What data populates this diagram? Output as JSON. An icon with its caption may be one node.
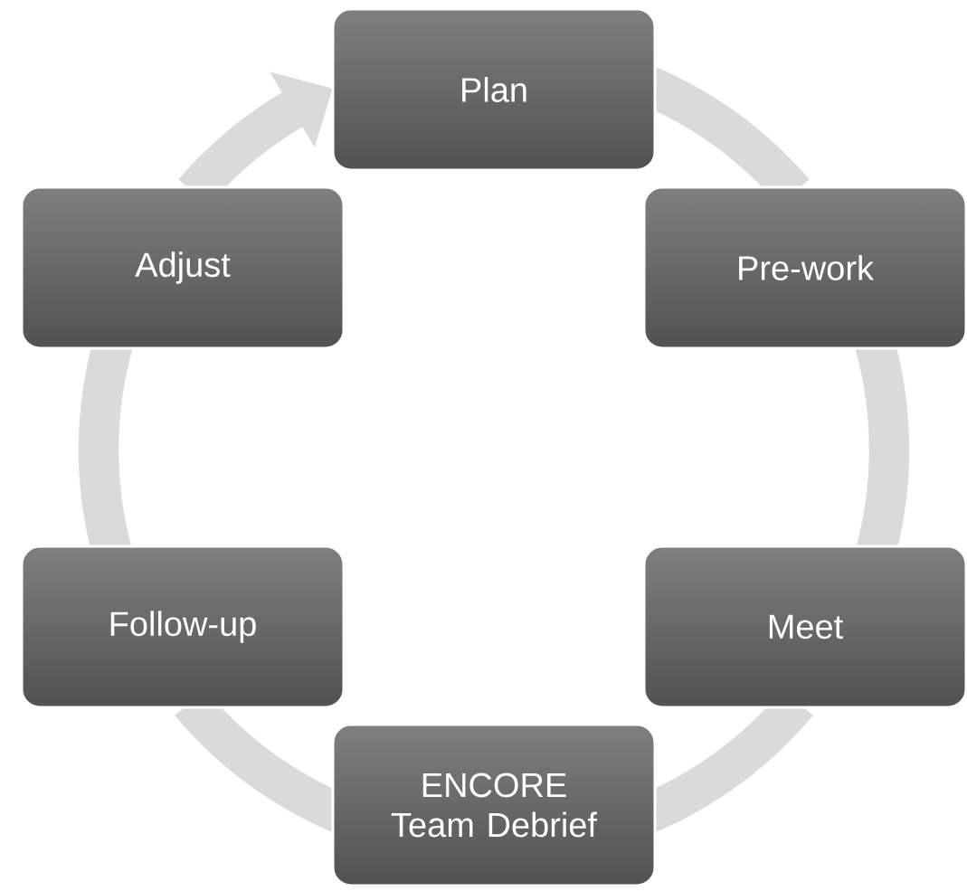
{
  "diagram": {
    "nodes": [
      {
        "text": [
          "Plan"
        ]
      },
      {
        "text": [
          "Pre-work"
        ]
      },
      {
        "text": [
          "Meet"
        ]
      },
      {
        "text": [
          "ENCORE Team Debrief"
        ]
      },
      {
        "text": [
          "Follow-up"
        ]
      },
      {
        "text": [
          "Adjust"
        ]
      }
    ],
    "edges": [
      {
        "from": 0,
        "to": 1,
        "arrow": "none"
      },
      {
        "from": 1,
        "to": 2,
        "arrow": "none"
      },
      {
        "from": 2,
        "to": 3,
        "arrow": "none"
      },
      {
        "from": 3,
        "to": 4,
        "arrow": "none"
      },
      {
        "from": 4,
        "to": 5,
        "arrow": "none"
      },
      {
        "from": 5,
        "to": 0,
        "arrow": "to"
      }
    ]
  }
}
